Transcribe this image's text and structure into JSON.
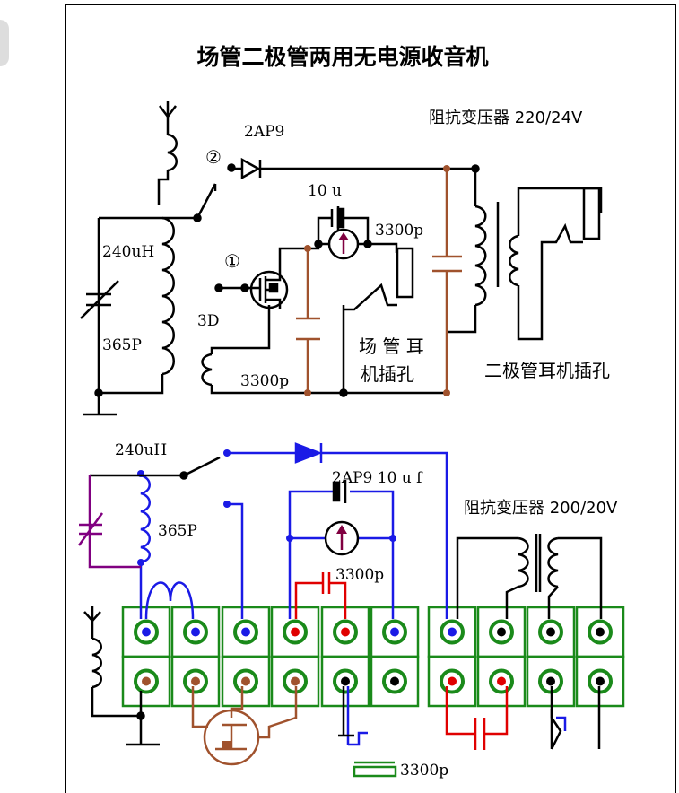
{
  "title": "场管二极管两用无电源收音机",
  "top_circuit": {
    "diode": "2AP9",
    "meter_value": "10 u",
    "cap_meter": "3300p",
    "coil": "240uH",
    "pos1": "①",
    "pos2": "②",
    "fet": "3D",
    "var_cap": "365P",
    "cap_bottom": "3300p",
    "transformer": "阻抗变压器 220/24V",
    "fet_jack_line1": "场 管 耳",
    "fet_jack_line2": "机插孔",
    "diode_jack": "二极管耳机插孔"
  },
  "bottom_circuit": {
    "coil": "240uH",
    "var_cap": "365P",
    "meter_overlap": "2AP9 10 u f",
    "cap_red": "3300p",
    "cap_bottom": "3300p",
    "transformer": "阻抗变压器 200/20V"
  },
  "colors": {
    "wire": "#000000",
    "brown": "#a0522d",
    "blue": "#1a1ae6",
    "red": "#e00000",
    "green": "#1a8a1a",
    "purple": "#800080",
    "meter_arrow": "#800040"
  }
}
